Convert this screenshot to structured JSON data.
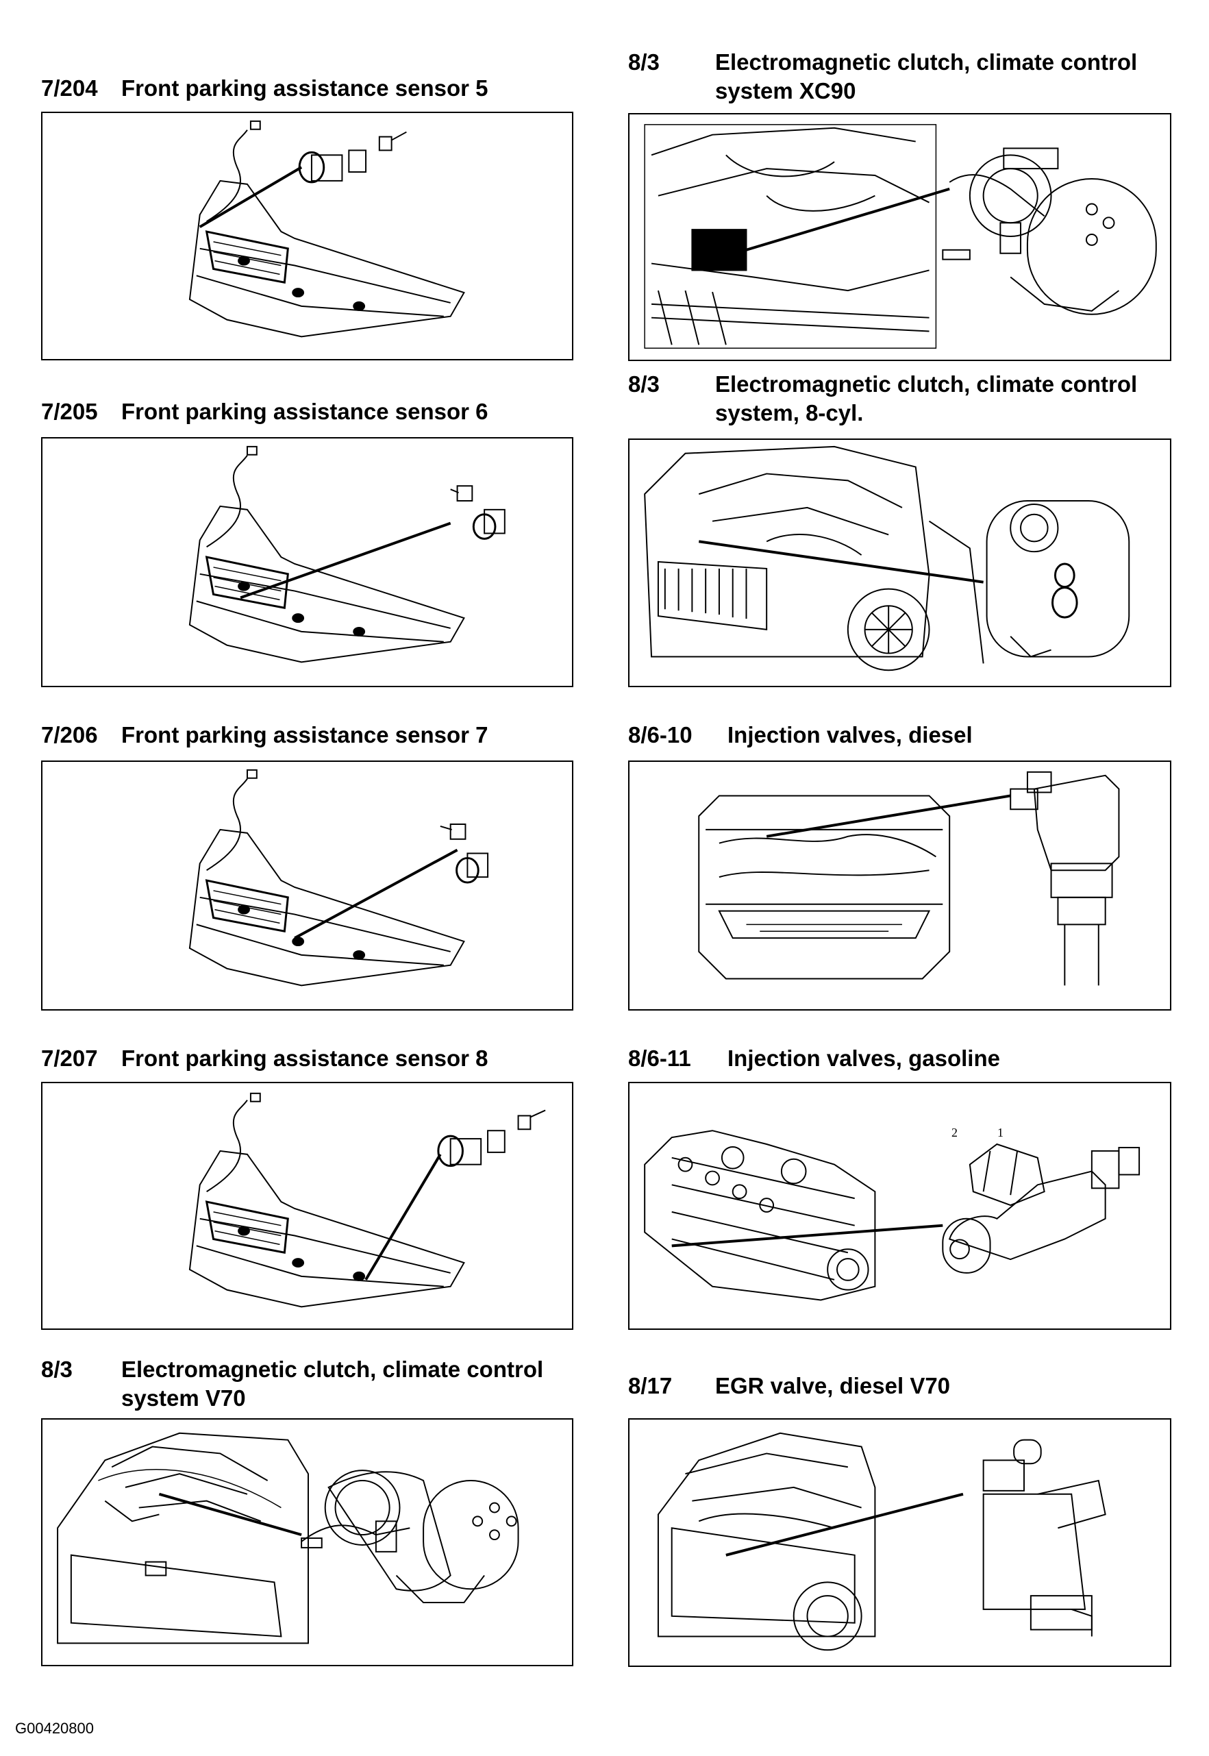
{
  "panels": [
    {
      "code": "7/204",
      "title": "Front parking assistance sensor 5",
      "art": "bumper-sensor-5-art"
    },
    {
      "code": "7/205",
      "title": "Front parking assistance sensor 6",
      "art": "bumper-sensor-6-art"
    },
    {
      "code": "7/206",
      "title": "Front parking assistance sensor 7",
      "art": "bumper-sensor-7-art"
    },
    {
      "code": "7/207",
      "title": "Front parking assistance sensor 8",
      "art": "bumper-sensor-8-art"
    },
    {
      "code": "8/3",
      "title": "Electromagnetic clutch, climate control system V70",
      "art": "engine-bay-compressor-art"
    },
    {
      "code": "8/3",
      "title": "Electromagnetic clutch, climate control system XC90",
      "art": "engine-bay-compressor-art"
    },
    {
      "code": "8/3",
      "title": "Electromagnetic clutch, climate control system, 8-cyl.",
      "art": "suv-compressor-art"
    },
    {
      "code": "8/6-10",
      "title": "Injection valves, diesel",
      "art": "diesel-injector-art"
    },
    {
      "code": "8/6-11",
      "title": "Injection valves, gasoline",
      "art": "gasoline-injector-art",
      "callouts": [
        "2",
        "1"
      ]
    },
    {
      "code": "8/17",
      "title": "EGR valve, diesel V70",
      "art": "egr-valve-art"
    }
  ],
  "reference": "G00420800"
}
